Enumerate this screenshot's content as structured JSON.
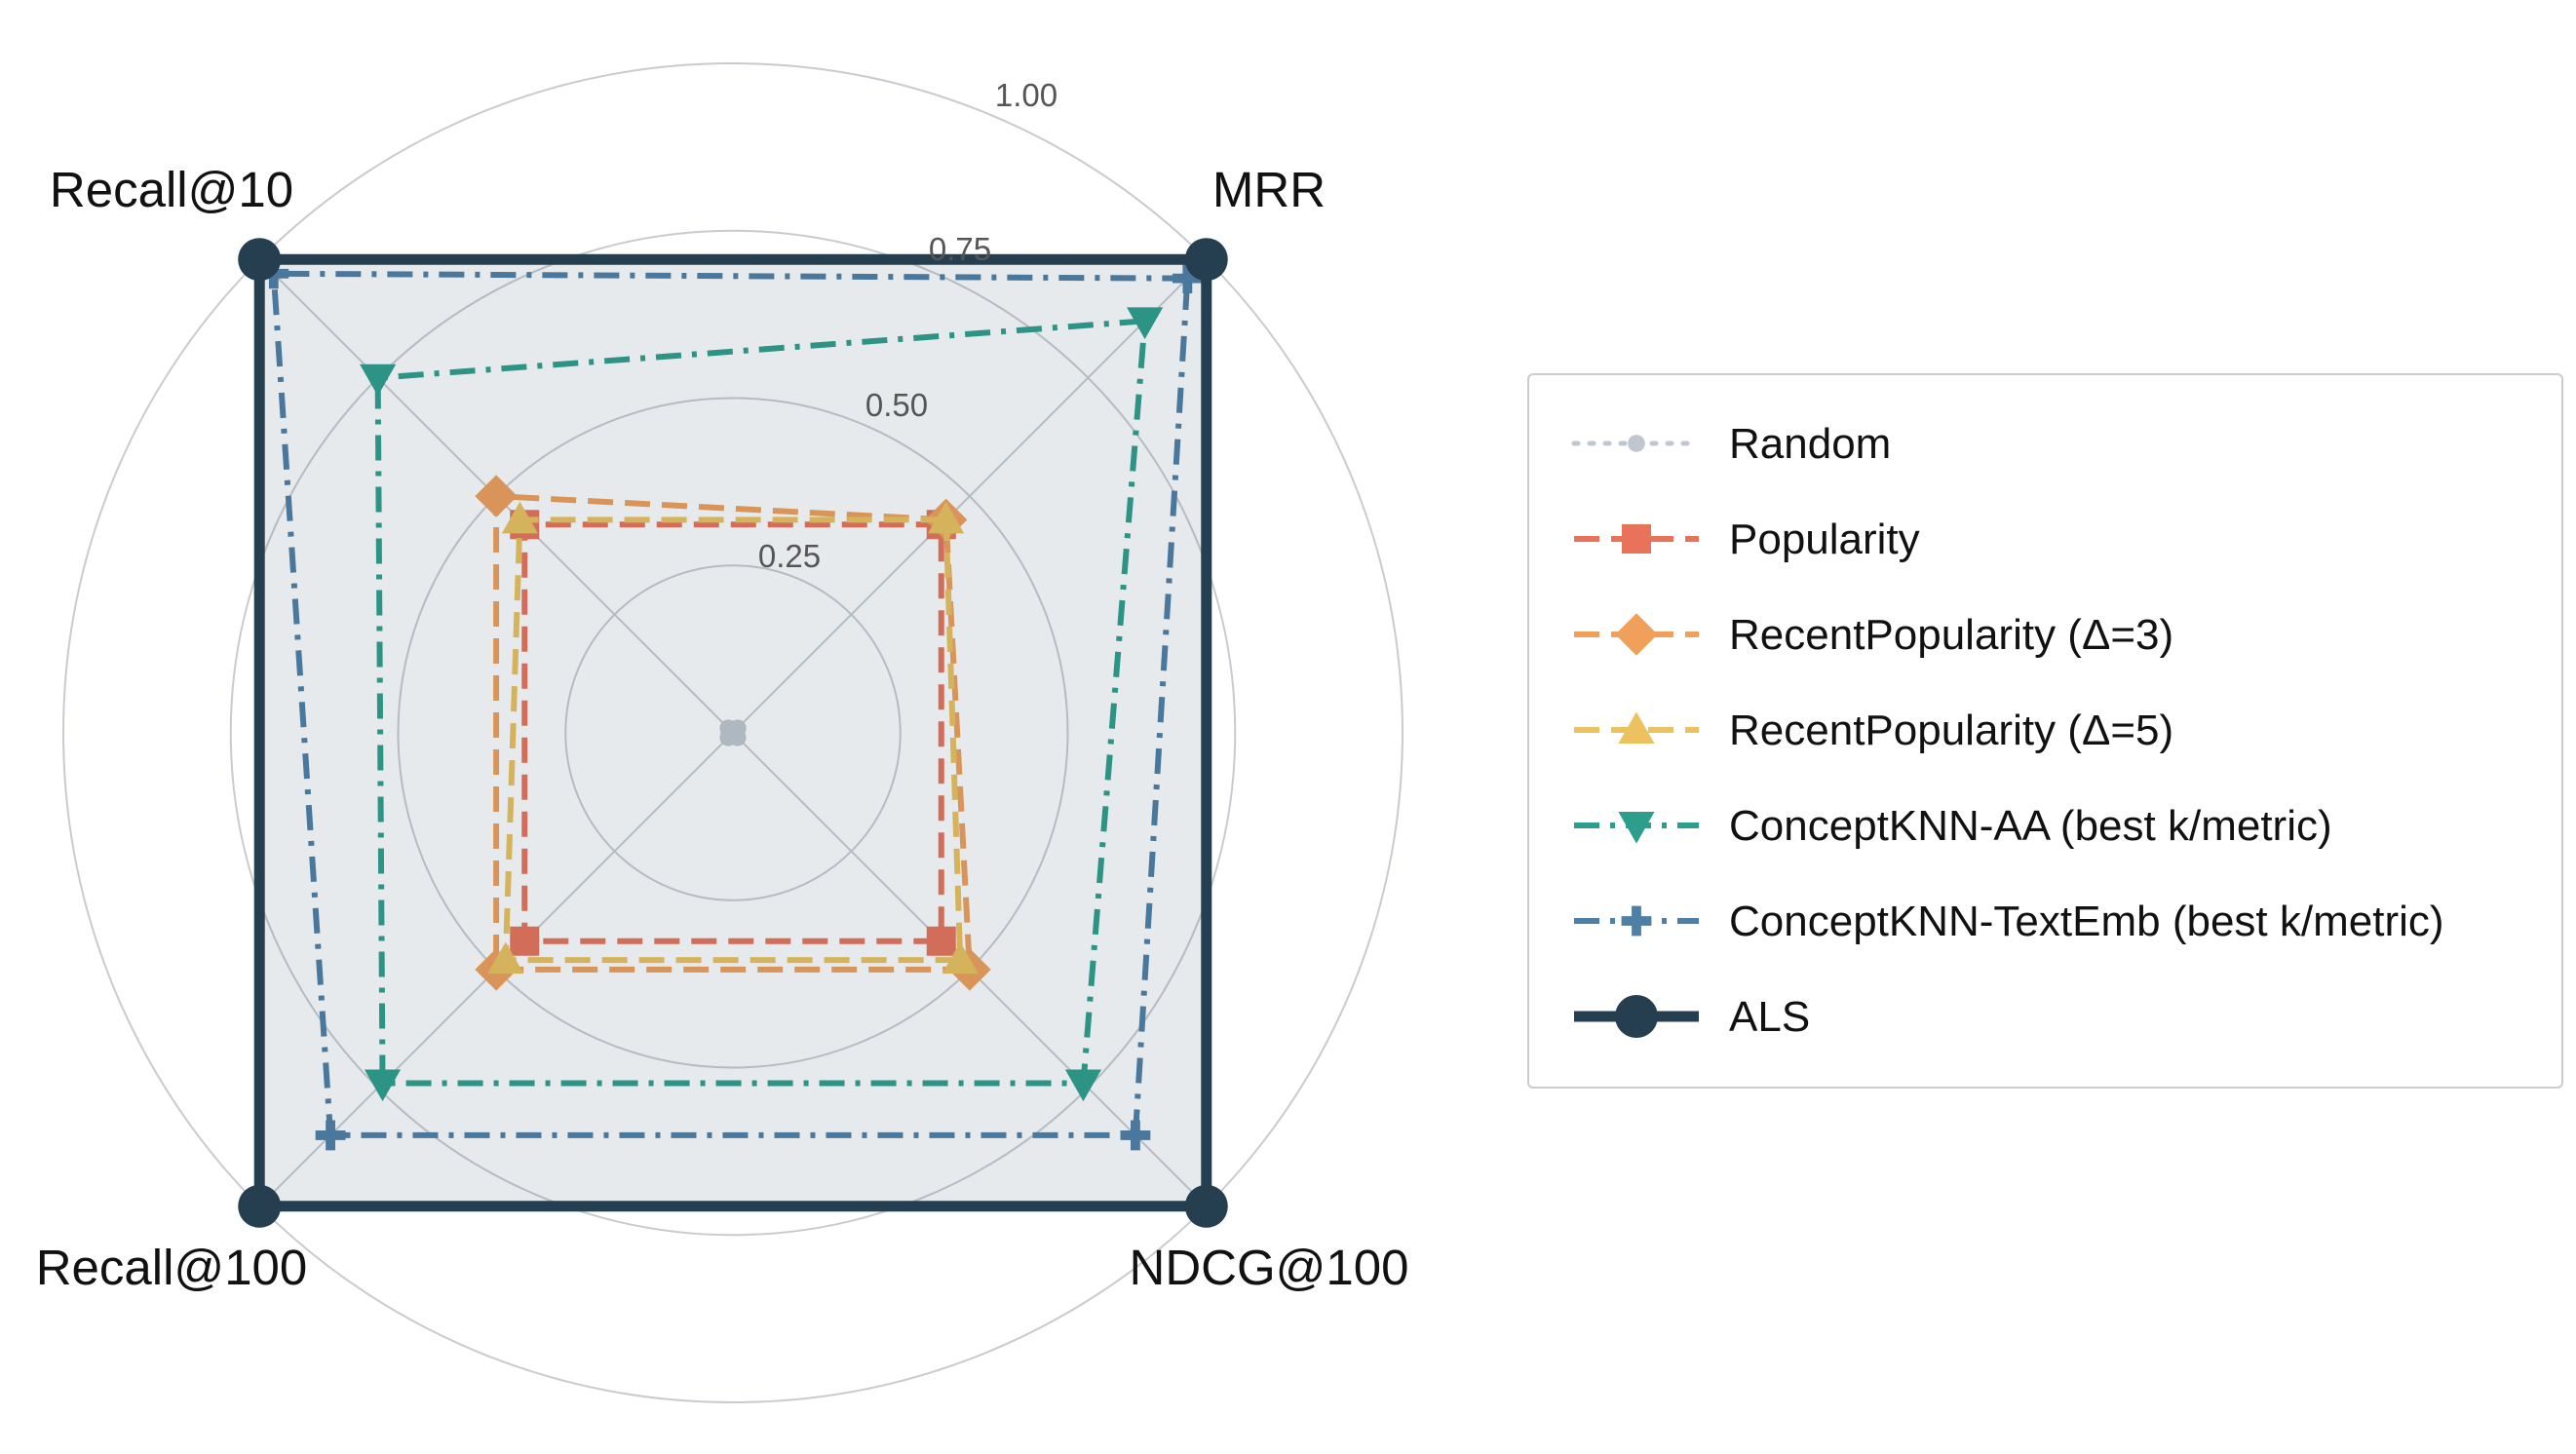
{
  "chart_data": {
    "type": "radar",
    "axes": [
      "MRR",
      "Recall@10",
      "Recall@100",
      "NDCG@100"
    ],
    "rlim": [
      0,
      1
    ],
    "ticks": [
      0.25,
      0.5,
      0.75,
      1.0
    ],
    "tick_labels": [
      "0.25",
      "0.50",
      "0.75",
      "1.00"
    ],
    "grid": true,
    "legend_position": "right",
    "series": [
      {
        "name": "Random",
        "color": "#c0c6cf",
        "dash": "dot",
        "marker": "circle",
        "values": [
          0.01,
          0.01,
          0.01,
          0.01
        ]
      },
      {
        "name": "Popularity",
        "color": "#e8735a",
        "dash": "dash",
        "marker": "square",
        "values": [
          0.44,
          0.44,
          0.44,
          0.44
        ]
      },
      {
        "name": "RecentPopularity (Δ=3)",
        "color": "#f0a05a",
        "dash": "dash",
        "marker": "diamond",
        "values": [
          0.45,
          0.5,
          0.5,
          0.5
        ]
      },
      {
        "name": "RecentPopularity (Δ=5)",
        "color": "#ebc25e",
        "dash": "dash",
        "marker": "triangle-up",
        "values": [
          0.45,
          0.45,
          0.48,
          0.48
        ]
      },
      {
        "name": "ConceptKNN-AA (best k/metric)",
        "color": "#2e9e8c",
        "dash": "dashdot",
        "marker": "triangle-down",
        "values": [
          0.87,
          0.75,
          0.74,
          0.74
        ]
      },
      {
        "name": "ConceptKNN-TextEmb (best k/metric)",
        "color": "#4e7fa6",
        "dash": "dashdot",
        "marker": "plus",
        "values": [
          0.96,
          0.97,
          0.85,
          0.85
        ]
      },
      {
        "name": "ALS",
        "color": "#253f50",
        "dash": "solid",
        "marker": "circle",
        "values": [
          1.0,
          1.0,
          1.0,
          1.0
        ]
      }
    ]
  }
}
